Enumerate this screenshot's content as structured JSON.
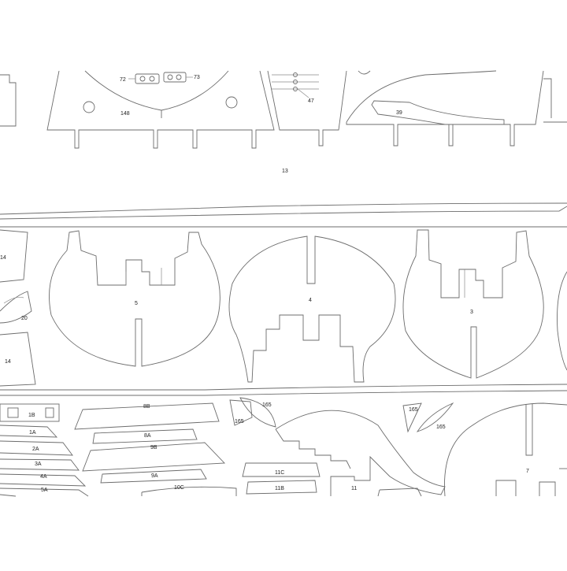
{
  "part_labels": {
    "p72": "72",
    "p73": "73",
    "p47": "47",
    "p148": "148",
    "p39": "39",
    "p13": "13",
    "p14a": "14",
    "p5": "5",
    "p4": "4",
    "p3": "3",
    "p20": "20",
    "p14b": "14",
    "p1B": "1B",
    "p1A": "1A",
    "p2A": "2A",
    "p3A": "3A",
    "p4A": "4A",
    "p5A": "5A",
    "p8B": "8B",
    "p8A": "8A",
    "p9B": "9B",
    "p9A": "9A",
    "p10C": "10C",
    "p165a": "165",
    "p165b": "165",
    "p165c": "165",
    "p165d": "165",
    "p11C": "11C",
    "p11B": "11B",
    "p11": "11",
    "p7": "7"
  },
  "colors": {
    "line": "#6c6c6c",
    "background": "#ffffff"
  }
}
